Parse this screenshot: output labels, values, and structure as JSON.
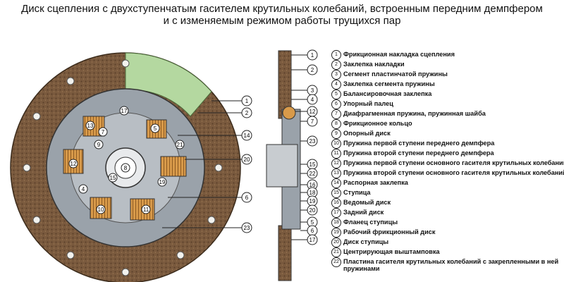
{
  "title": {
    "line1": "Диск сцепления с двухступенчатым гасителем крутильных колебаний, встроенным передним демпфером",
    "line2": "и с изменяемым режимом работы трущихся пар"
  },
  "colors": {
    "lining": "#7a5a3e",
    "disc": "#9aa2aa",
    "hub": "#c8ccd0",
    "spring": "#d89a4a",
    "green": "#b4d8a0",
    "rivet": "#f2f2ee"
  },
  "callouts_left": [
    "1",
    "2",
    "4",
    "5",
    "7",
    "8",
    "9",
    "10",
    "11",
    "12",
    "13",
    "14",
    "15",
    "17",
    "20",
    "6",
    "23",
    "19",
    "21"
  ],
  "callouts_right": [
    "1",
    "2",
    "3",
    "4",
    "12",
    "7",
    "23",
    "15",
    "22",
    "16",
    "18",
    "19",
    "20",
    "5",
    "6",
    "17"
  ],
  "legend": [
    {
      "num": "1",
      "text": "Фрикционная накладка сцепления"
    },
    {
      "num": "2",
      "text": "Заклепка накладки"
    },
    {
      "num": "3",
      "text": "Сегмент пластинчатой пружины"
    },
    {
      "num": "4",
      "text": "Заклепка сегмента пружины"
    },
    {
      "num": "5",
      "text": "Балансировочная заклепка"
    },
    {
      "num": "6",
      "text": "Упорный палец"
    },
    {
      "num": "7",
      "text": "Диафрагменная пружина, пружинная шайба"
    },
    {
      "num": "8",
      "text": "Фрикционное кольцо"
    },
    {
      "num": "9",
      "text": "Опорный диск"
    },
    {
      "num": "10",
      "text": "Пружина первой ступени переднего демпфера"
    },
    {
      "num": "11",
      "text": "Пружина второй ступени переднего демпфера"
    },
    {
      "num": "12",
      "text": "Пружина первой ступени основного гасителя крутильных колебаний"
    },
    {
      "num": "13",
      "text": "Пружина второй ступени основного гасителя крутильных колебаний"
    },
    {
      "num": "14",
      "text": "Распорная заклепка"
    },
    {
      "num": "15",
      "text": "Ступица"
    },
    {
      "num": "16",
      "text": "Ведомый диск"
    },
    {
      "num": "17",
      "text": "Задний диск"
    },
    {
      "num": "18",
      "text": "Фланец ступицы"
    },
    {
      "num": "19",
      "text": "Рабочий фрикционный диск"
    },
    {
      "num": "20",
      "text": "Диск ступицы"
    },
    {
      "num": "21",
      "text": "Центрирующая выштамповка"
    },
    {
      "num": "22",
      "text": "Пластина гасителя крутильных колебаний с закрепленными в ней пружинами"
    }
  ]
}
